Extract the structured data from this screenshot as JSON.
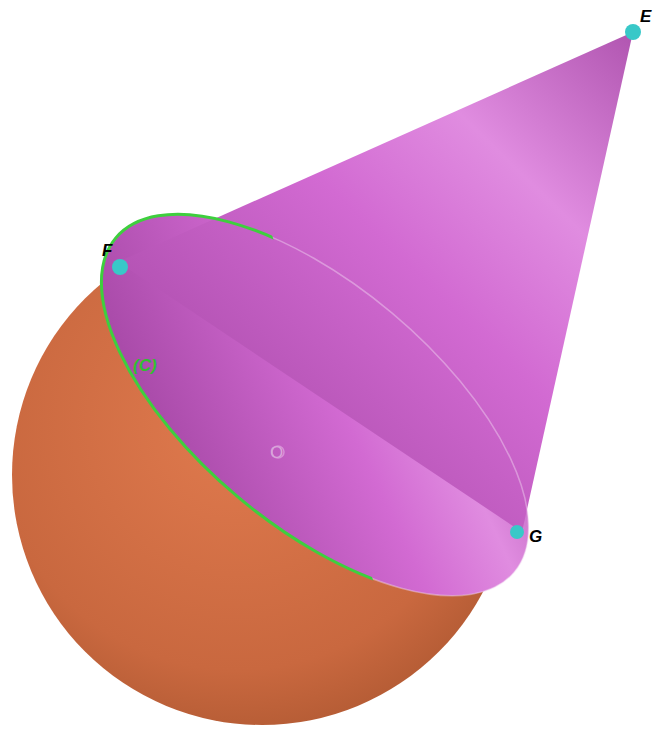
{
  "diagram": {
    "labels": [
      "E",
      "F",
      "G",
      "(C)",
      "O"
    ]
  }
}
